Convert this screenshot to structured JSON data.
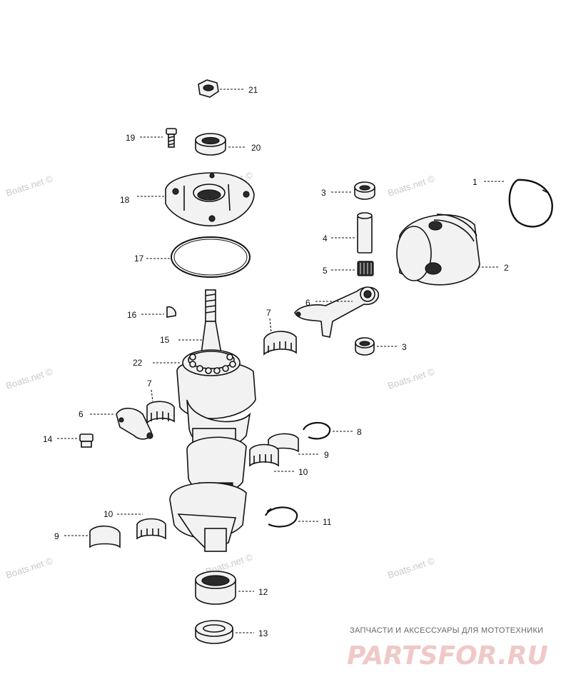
{
  "watermarks": [
    {
      "text": "Boats.net ©"
    },
    {
      "text": "Boats.net ©"
    },
    {
      "text": "Boats.net ©"
    },
    {
      "text": "Boats.net ©"
    },
    {
      "text": "Boats.net ©"
    },
    {
      "text": "Boats.net ©"
    },
    {
      "text": "Boats.net ©"
    },
    {
      "text": "Boats.net ©"
    }
  ],
  "callouts": {
    "c21": "21",
    "c20": "20",
    "c19": "19",
    "c18": "18",
    "c17": "17",
    "c16": "16",
    "c15": "15",
    "c22": "22",
    "c1": "1",
    "c2": "2",
    "c3a": "3",
    "c3b": "3",
    "c4": "4",
    "c5": "5",
    "c6a": "6",
    "c6b": "6",
    "c7a": "7",
    "c7b": "7",
    "c8": "8",
    "c9a": "9",
    "c9b": "9",
    "c10a": "10",
    "c10b": "10",
    "c11": "11",
    "c12": "12",
    "c13": "13",
    "c14": "14"
  },
  "footer": {
    "tagline": "ЗАПЧАСТИ И АКСЕССУАРЫ ДЛЯ МОТОТЕХНИКИ",
    "brand": "PARTSFOR.RU"
  }
}
